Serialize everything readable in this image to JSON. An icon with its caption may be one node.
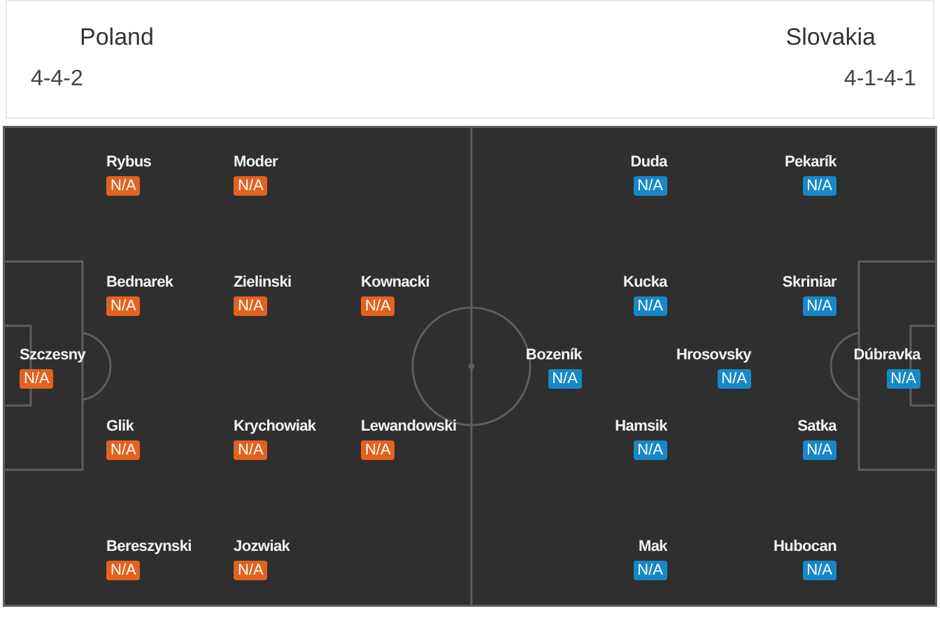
{
  "diagram": {
    "nodes": [
      {
        "text": [
          "N/A"
        ],
        "beside": [
          "Rybus"
        ]
      },
      {
        "text": [
          "N/A"
        ],
        "beside": [
          "Moder"
        ]
      },
      {
        "text": [
          "N/A"
        ],
        "beside": [
          "Duda"
        ]
      },
      {
        "text": [
          "N/A"
        ],
        "beside": [
          "Pekarík"
        ]
      },
      {
        "text": [
          "N/A"
        ],
        "beside": [
          "Bednarek"
        ]
      },
      {
        "text": [
          "N/A"
        ],
        "beside": [
          "Zielinski"
        ]
      },
      {
        "text": [
          "N/A"
        ],
        "beside": [
          "Kownacki"
        ]
      },
      {
        "text": [
          "N/A"
        ],
        "beside": [
          "Kucka"
        ]
      },
      {
        "text": [
          "N/A"
        ],
        "beside": [
          "Skriniar"
        ]
      },
      {
        "text": [
          "N/A"
        ],
        "beside": [
          "Szczesny"
        ]
      },
      {
        "text": [
          "N/A"
        ],
        "beside": [
          "Bozeník"
        ]
      },
      {
        "text": [
          "N/A"
        ],
        "beside": [
          "Hrosovsky"
        ]
      },
      {
        "text": [
          "N/A"
        ],
        "beside": [
          "Dúbravka"
        ]
      },
      {
        "text": [
          "N/A"
        ],
        "beside": [
          "Glik"
        ]
      },
      {
        "text": [
          "N/A"
        ],
        "beside": [
          "Krychowiak"
        ]
      },
      {
        "text": [
          "N/A"
        ],
        "beside": [
          "Lewandowski"
        ]
      },
      {
        "text": [
          "N/A"
        ],
        "beside": [
          "Hamsik"
        ]
      },
      {
        "text": [
          "N/A"
        ],
        "beside": [
          "Satka"
        ]
      },
      {
        "text": [
          "N/A"
        ],
        "beside": [
          "Bereszynski"
        ]
      },
      {
        "text": [
          "N/A"
        ],
        "beside": [
          "Jozwiak"
        ]
      },
      {
        "text": [
          "N/A"
        ],
        "beside": [
          "Mak"
        ]
      },
      {
        "text": [
          "N/A"
        ],
        "beside": [
          "Hubocan"
        ]
      }
    ],
    "labels": [
      "Poland",
      "Slovakia",
      "4-4-2",
      "4-1-4-1"
    ]
  }
}
